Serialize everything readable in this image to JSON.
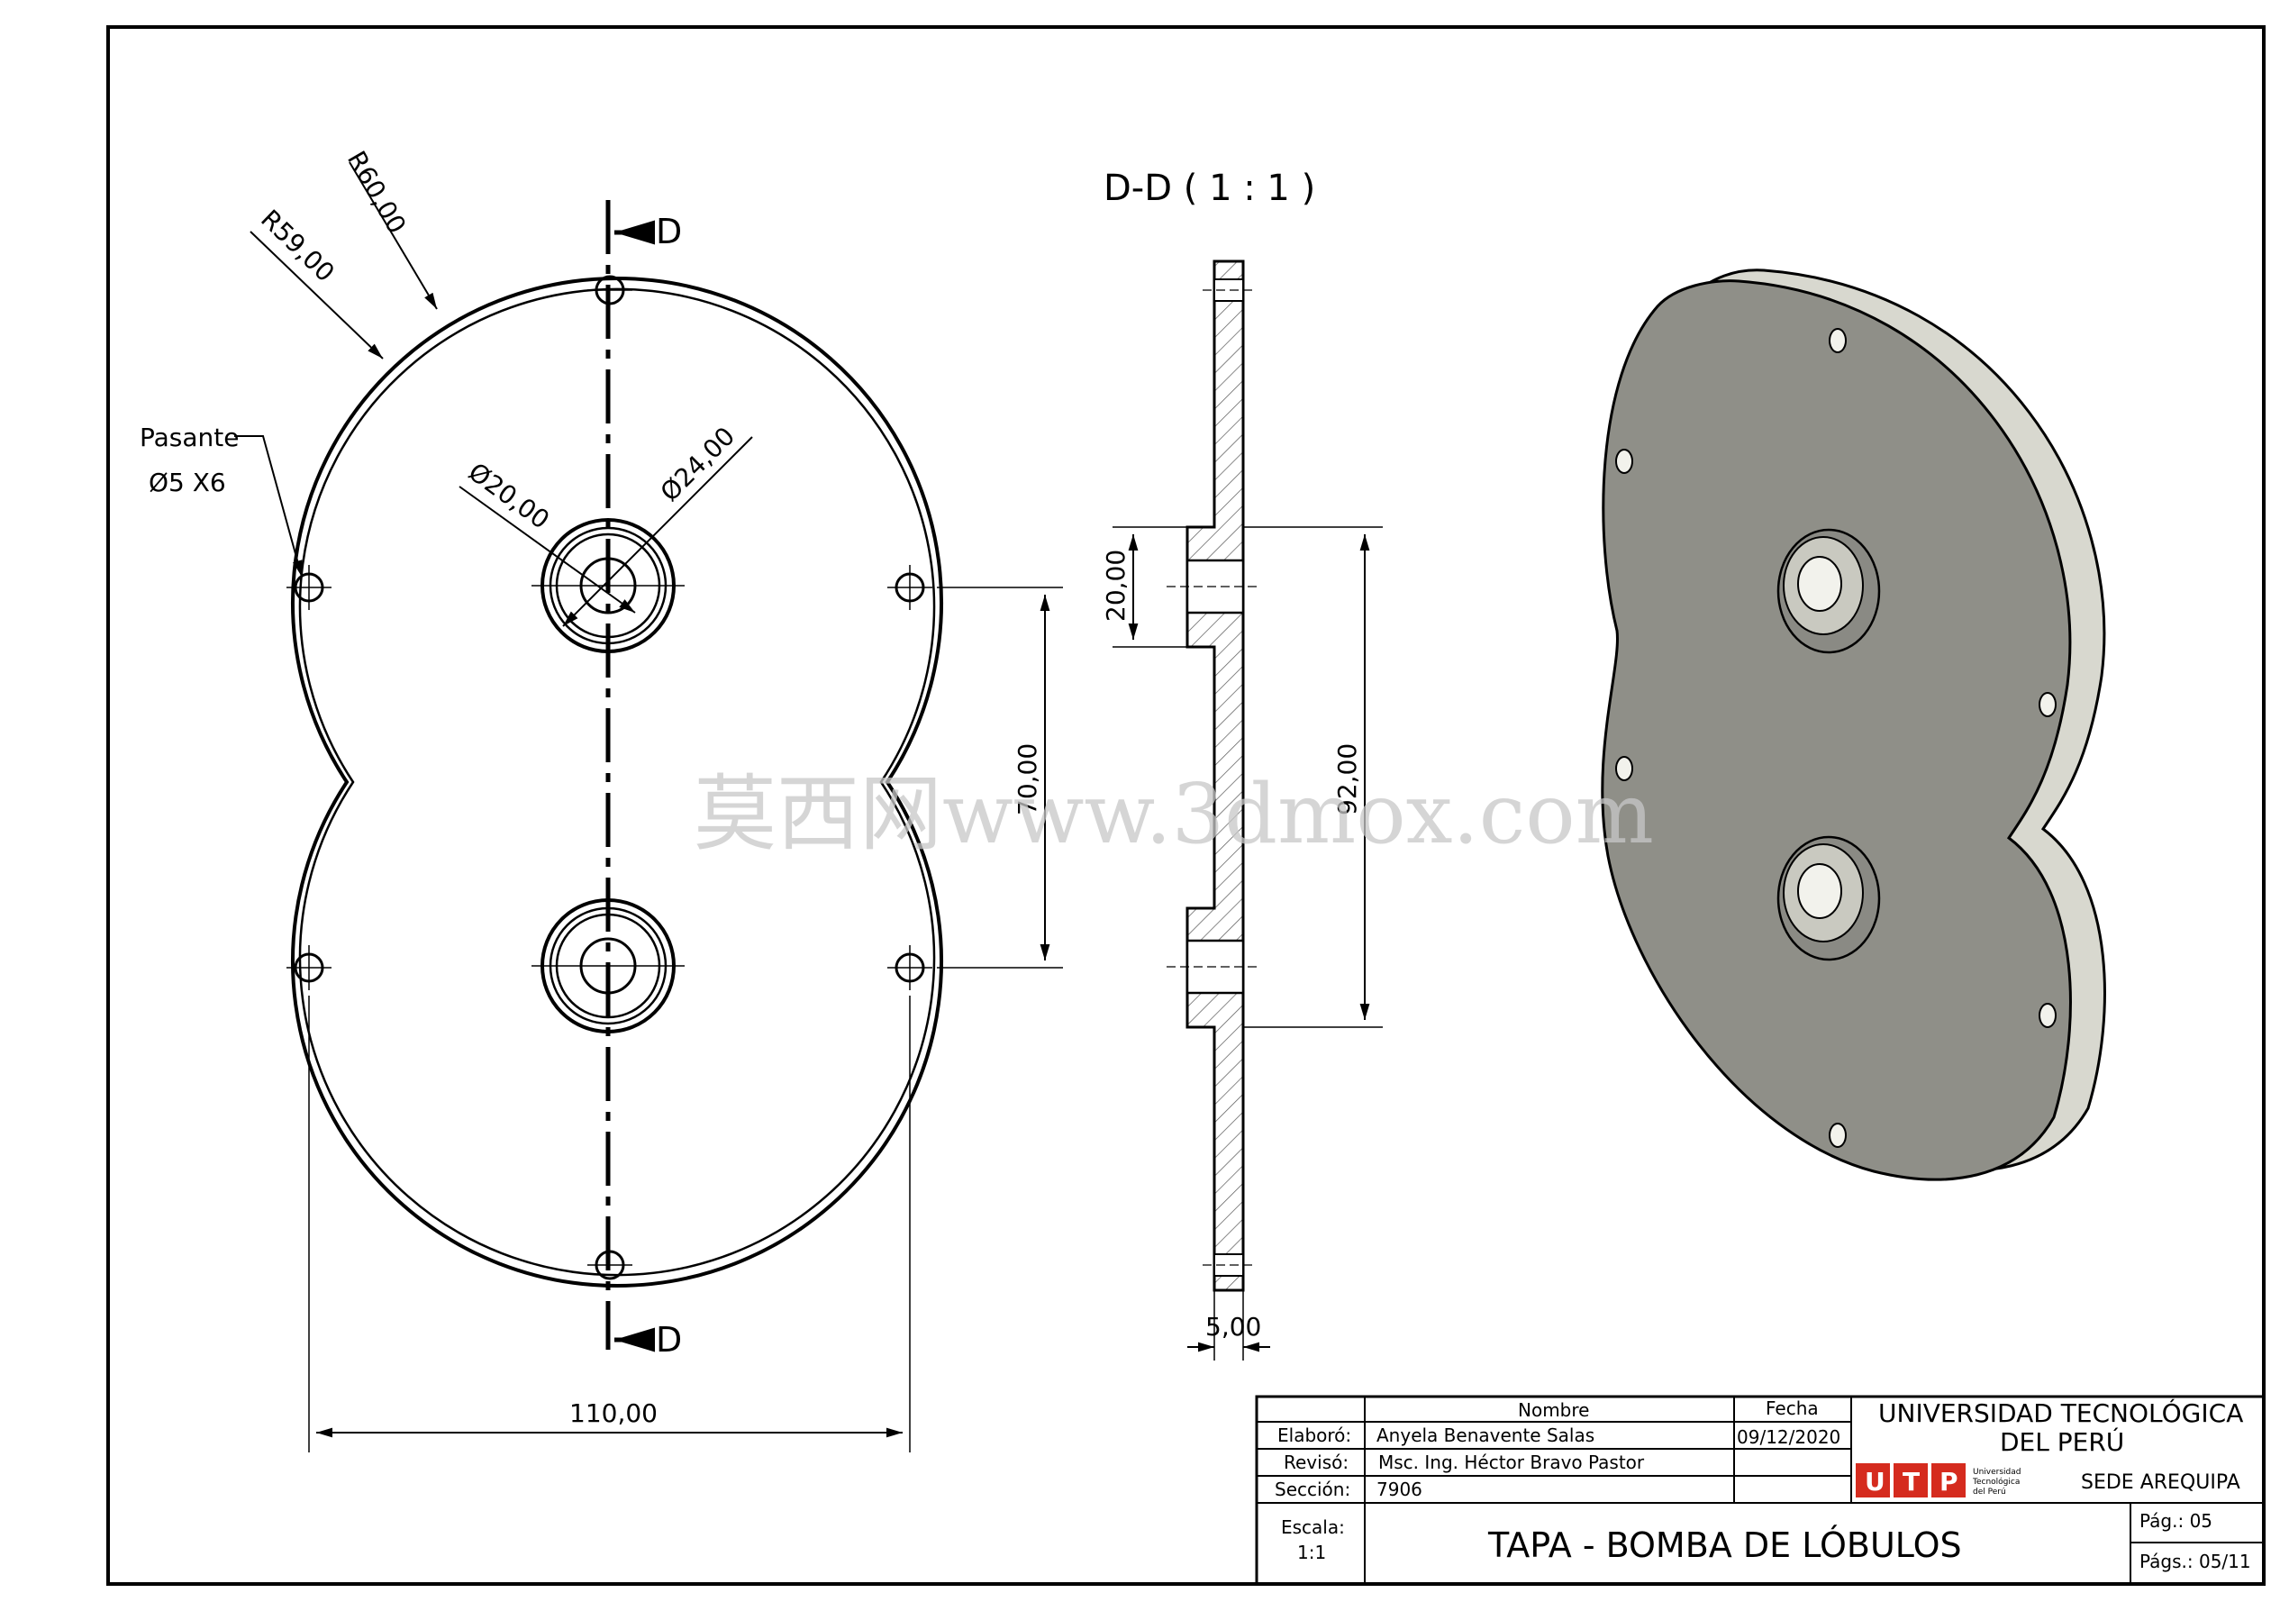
{
  "section_view": {
    "title": "D-D ( 1 : 1 )",
    "marker": "D"
  },
  "dimensions": {
    "r60": "R60,00",
    "r59": "R59,00",
    "d24": "Ø24,00",
    "d20": "Ø20,00",
    "hole_note_1": "Pasante",
    "hole_note_2": "Ø5 X6",
    "d70": "70,00",
    "d110": "110,00",
    "d20_sec": "20,00",
    "d92": "92,00",
    "d5": "5,00"
  },
  "watermark": "莫西网www.3dmox.com",
  "title_block": {
    "col_nombre": "Nombre",
    "col_fecha": "Fecha",
    "elaboro_label": "Elaboró:",
    "elaboro_name": "Anyela Benavente Salas",
    "elaboro_date": "09/12/2020",
    "reviso_label": "Revisó:",
    "reviso_name": "Msc. Ing. Héctor Bravo Pastor",
    "seccion_label": "Sección:",
    "seccion_value": "7906",
    "escala_label": "Escala:",
    "escala_value": "1:1",
    "university_1": "UNIVERSIDAD TECNOLÓGICA",
    "university_2": "DEL PERÚ",
    "logo_letters": [
      "U",
      "T",
      "P"
    ],
    "logo_small_1": "Universidad",
    "logo_small_2": "Tecnológica",
    "logo_small_3": "del Perú",
    "sede": "SEDE AREQUIPA",
    "drawing_title": "TAPA - BOMBA DE LÓBULOS",
    "pag": "Pág.: 05",
    "pags": "Págs.: 05/11"
  },
  "colors": {
    "logo_red": "#d52b1e",
    "part_face": "#8f8f88",
    "part_edge": "#d8d8cf"
  }
}
